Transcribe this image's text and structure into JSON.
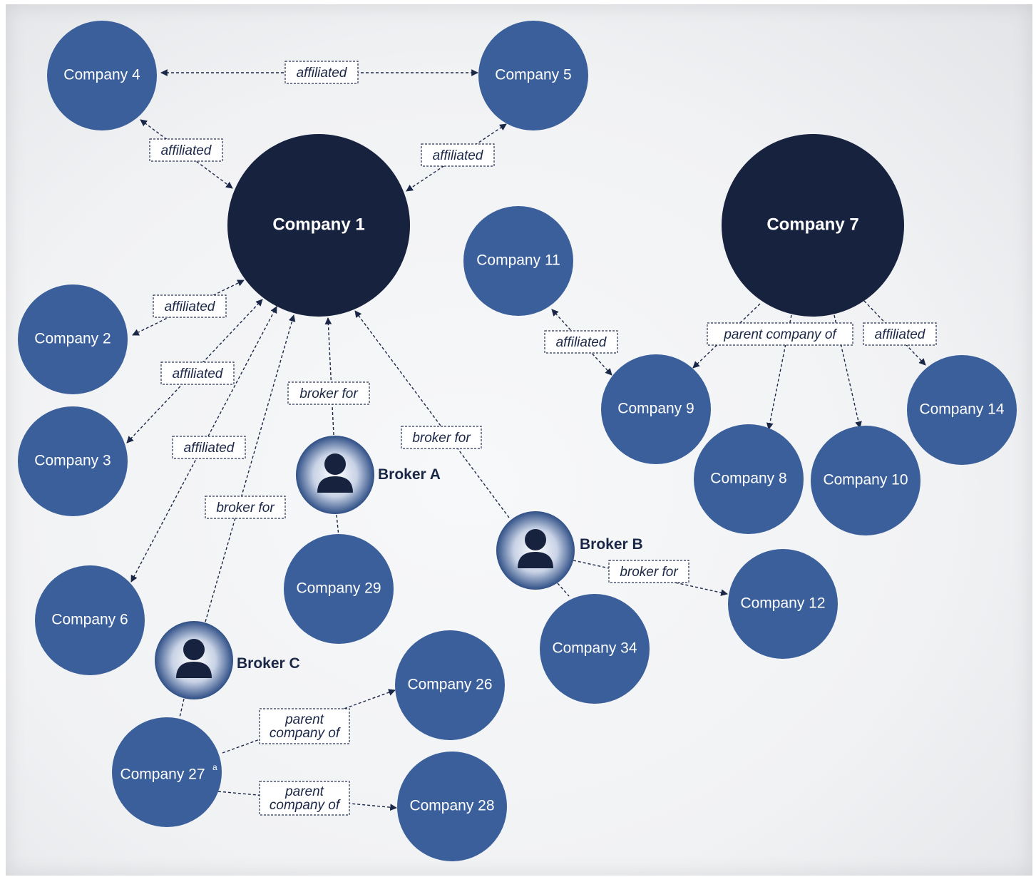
{
  "colors": {
    "node": "#3a5f9b",
    "hub": "#17223f",
    "text_dark": "#1b2747",
    "edge": "#1b2747"
  },
  "nodes": {
    "company1": "Company 1",
    "company2": "Company 2",
    "company3": "Company 3",
    "company4": "Company 4",
    "company5": "Company 5",
    "company6": "Company 6",
    "company7": "Company 7",
    "company8": "Company 8",
    "company9": "Company 9",
    "company10": "Company 10",
    "company11": "Company 11",
    "company12": "Company 12",
    "company14": "Company 14",
    "company26": "Company 26",
    "company27": "Company 27",
    "company27_sup": "a",
    "company28": "Company 28",
    "company29": "Company 29",
    "company34": "Company 34"
  },
  "brokers": {
    "a": "Broker A",
    "b": "Broker B",
    "c": "Broker C",
    "icon": "person-icon"
  },
  "edge_labels": {
    "c4_c5": "affiliated",
    "c4_c1": "affiliated",
    "c5_c1": "affiliated",
    "c2_c1": "affiliated",
    "c3_c1": "affiliated",
    "c6_c1": "affiliated",
    "bc_c1": "broker for",
    "ba_c1": "broker for",
    "bb_c1": "broker for",
    "bb_c12": "broker for",
    "c11_c9": "affiliated",
    "c7_children": "parent company of",
    "c7_c14": "affiliated",
    "c27_c26_line1": "parent",
    "c27_c26_line2": "company of",
    "c27_c28_line1": "parent",
    "c27_c28_line2": "company of"
  }
}
